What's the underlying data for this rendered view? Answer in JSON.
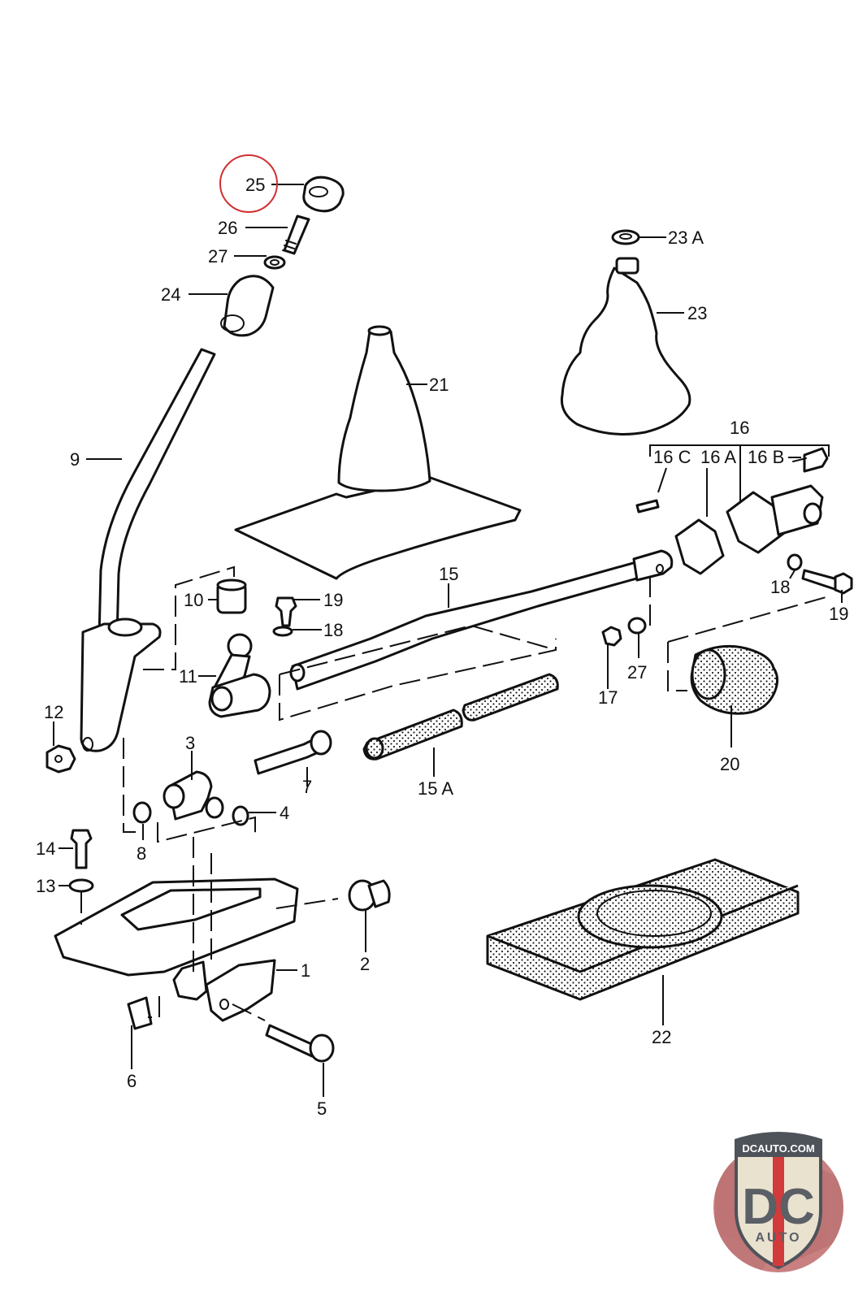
{
  "diagram": {
    "type": "exploded-parts-diagram",
    "subject": "Manual transmission gear shift lever assembly",
    "highlighted_callout": "25",
    "highlight_color": "#d03030",
    "callouts": {
      "c1": "1",
      "c2": "2",
      "c3": "3",
      "c4": "4",
      "c5": "5",
      "c6": "6",
      "c7": "7",
      "c8": "8",
      "c9": "9",
      "c10": "10",
      "c11": "11",
      "c12": "12",
      "c13": "13",
      "c14": "14",
      "c15": "15",
      "c15a": "15 A",
      "c16": "16",
      "c16a": "16 A",
      "c16b": "16 B",
      "c16c": "16 C",
      "c17": "17",
      "c18a": "18",
      "c18b": "18",
      "c19a": "19",
      "c19b": "19",
      "c20": "20",
      "c21": "21",
      "c22": "22",
      "c23": "23",
      "c23a": "23 A",
      "c24": "24",
      "c25": "25",
      "c26": "26",
      "c27a": "27",
      "c27b": "27"
    }
  },
  "watermark": {
    "site": "DCAUTO.COM",
    "letters": "DC",
    "sub": "AUTO",
    "colors": {
      "bg": "#c98080",
      "shield": "#e9e2cf",
      "letters": "#5b5f66",
      "stripe": "#d23b3b",
      "band": "#4e535a"
    }
  }
}
